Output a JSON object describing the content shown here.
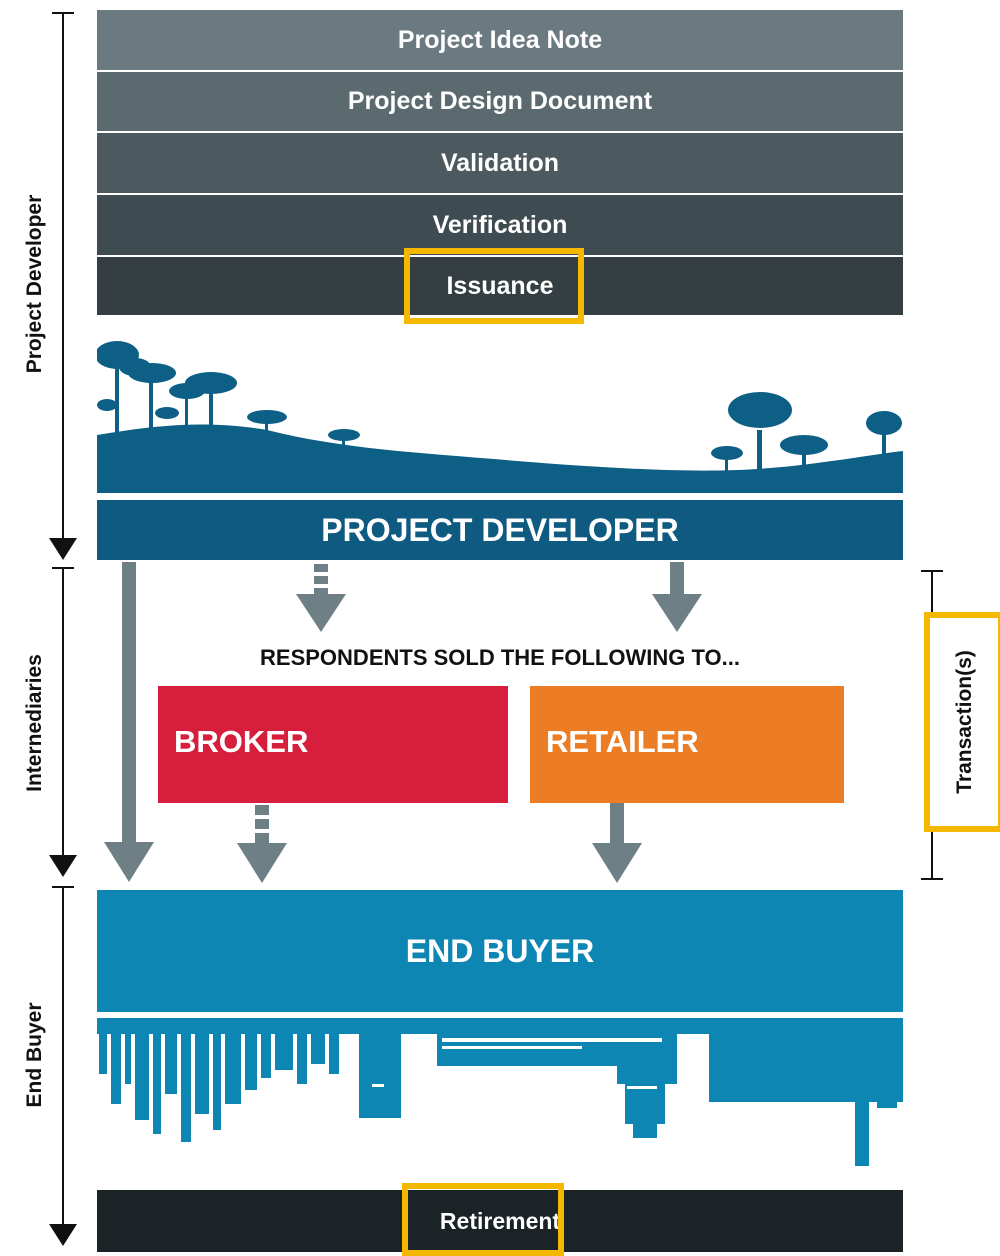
{
  "stages": [
    {
      "label": "Project Idea Note",
      "color": "#6b7a80"
    },
    {
      "label": "Project Design Document",
      "color": "#5b6a6f"
    },
    {
      "label": "Validation",
      "color": "#4c5a5f"
    },
    {
      "label": "Verification",
      "color": "#3e4b50"
    },
    {
      "label": "Issuance",
      "color": "#353f43"
    }
  ],
  "side_labels": {
    "project_developer": "Project Developer",
    "intermediaries": "Internediaries",
    "end_buyer": "End Buyer",
    "transactions": "Transaction(s)"
  },
  "bands": {
    "project_developer": "PROJECT DEVELOPER",
    "end_buyer": "END BUYER",
    "retirement": "Retirement"
  },
  "respondents_heading": "RESPONDENTS SOLD THE FOLLOWING TO...",
  "boxes": {
    "broker": "BROKER",
    "retailer": "RETAILER"
  },
  "colors": {
    "landscape": "#0e5f86",
    "project_band": "#0e5a80",
    "end_buyer_band": "#0d86b4",
    "city": "#0d86b4",
    "broker": "#d71e3c",
    "retailer": "#ed7d24",
    "arrow": "#6f7f86",
    "highlight": "#f5b800",
    "retirement_band": "#1b2326"
  }
}
